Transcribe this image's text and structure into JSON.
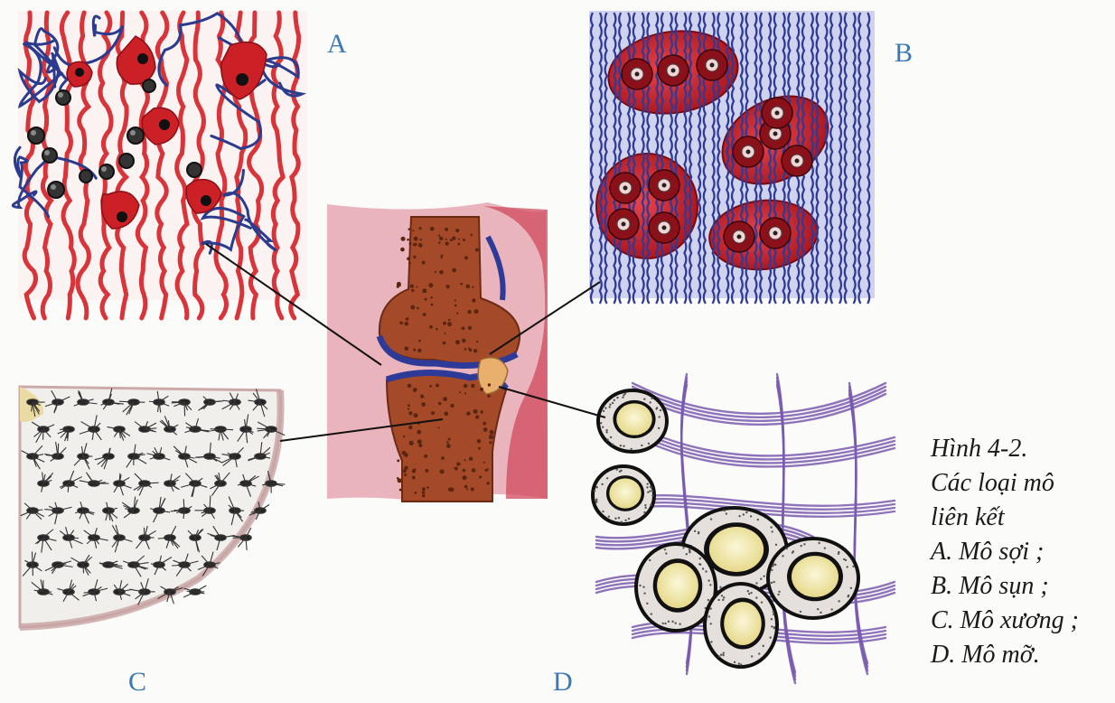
{
  "panels": {
    "a": "A",
    "b": "B",
    "c": "C",
    "d": "D"
  },
  "caption": {
    "figure": "Hình 4-2.",
    "line1": "Các loại mô",
    "line2": "liên kết",
    "item_a": "A. Mô sợi ;",
    "item_b": "B. Mô sụn ;",
    "item_c": "C. Mô xương ;",
    "item_d": "D. Mô mỡ."
  },
  "colors": {
    "letter": "#3a78b6",
    "fiber_red": "#d8343a",
    "fiber_blue": "#2b3b8e",
    "cartilage": "#c8202c",
    "bone": "#9c4a2a",
    "fat_fiber": "#7a5ab0",
    "fat_droplet": "#f2ebb8"
  }
}
